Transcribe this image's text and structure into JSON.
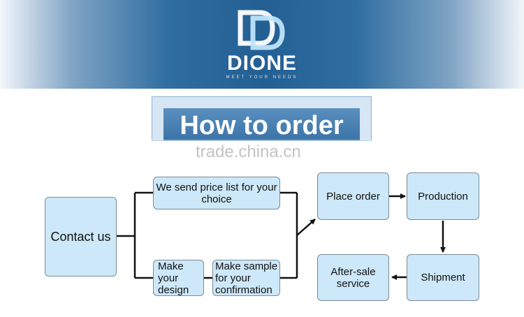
{
  "brand": {
    "name": "DIONE",
    "tagline": "MEET YOUR NEEDS"
  },
  "title": "How to order",
  "watermark": "trade.china.cn",
  "steps": {
    "contact": "Contact us",
    "price_list": "We send price list for your choice",
    "make_design": "Make your design",
    "make_sample": "Make sample for your confirmation",
    "place_order": "Place order",
    "production": "Production",
    "shipment": "Shipment",
    "after_sale": "After-sale service"
  },
  "colors": {
    "banner": "#235f93",
    "box_fill": "#cde8f8",
    "box_border": "#7a8a96",
    "connector": "#111111"
  }
}
